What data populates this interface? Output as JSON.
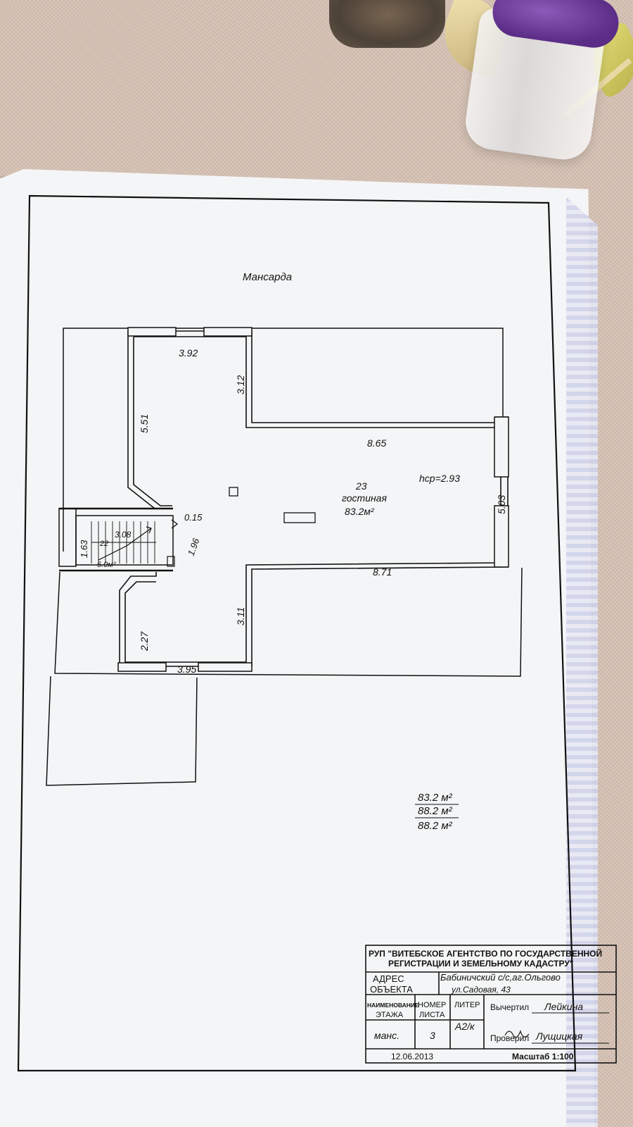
{
  "heading": "Мансарда",
  "room": {
    "number": "23",
    "name": "гостиная",
    "area": "83.2м²",
    "height": "hср=2.93"
  },
  "dimensions": {
    "top_width": "3.92",
    "upper_right_depth": "3.12",
    "left_height": "5.51",
    "upper_span": "8.65",
    "right_height": "5.03",
    "lower_span": "8.71",
    "lower_right_depth": "3.11",
    "lower_left_height": "2.27",
    "bottom_width": "3.95",
    "wall_offset": "0.15",
    "stair_side": "1.96",
    "stair_height": "1.63",
    "stair_width": "3.08"
  },
  "stair_room": {
    "number": "22",
    "area": "5.0м²"
  },
  "area_totals": [
    "83.2 м²",
    "88.2 м²",
    "88.2 м²"
  ],
  "title_block": {
    "org_line1": "РУП \"ВИТЕБСКОЕ АГЕНТСТВО ПО ГОСУДАРСТВЕННОЙ",
    "org_line2": "РЕГИСТРАЦИИ И ЗЕМЕЛЬНОМУ КАДАСТРУ\"",
    "address_label_1": "АДРЕС",
    "address_label_2": "ОБЪЕКТА",
    "address_line1": "Бабиничский с/с,аг.Ольгово",
    "address_line2": "ул.Садовая, 43",
    "col_floor_1": "НАИМЕНОВАНИЕ",
    "col_floor_2": "ЭТАЖА",
    "col_sheet_1": "НОМЕР",
    "col_sheet_2": "ЛИСТА",
    "col_liter": "ЛИТЕР",
    "floor_value": "манс.",
    "sheet_value": "3",
    "liter_value": "А2/к",
    "drawn_label": "Вычертил",
    "drawn_name": "Лейкина",
    "checked_label": "Проверил",
    "checked_name": "Лущицкая",
    "date": "12.06.2013",
    "scale": "Масштаб 1:100"
  },
  "colors": {
    "ink": "#111111",
    "paper": "#f4f5f6",
    "table": "#d6c2b4"
  }
}
